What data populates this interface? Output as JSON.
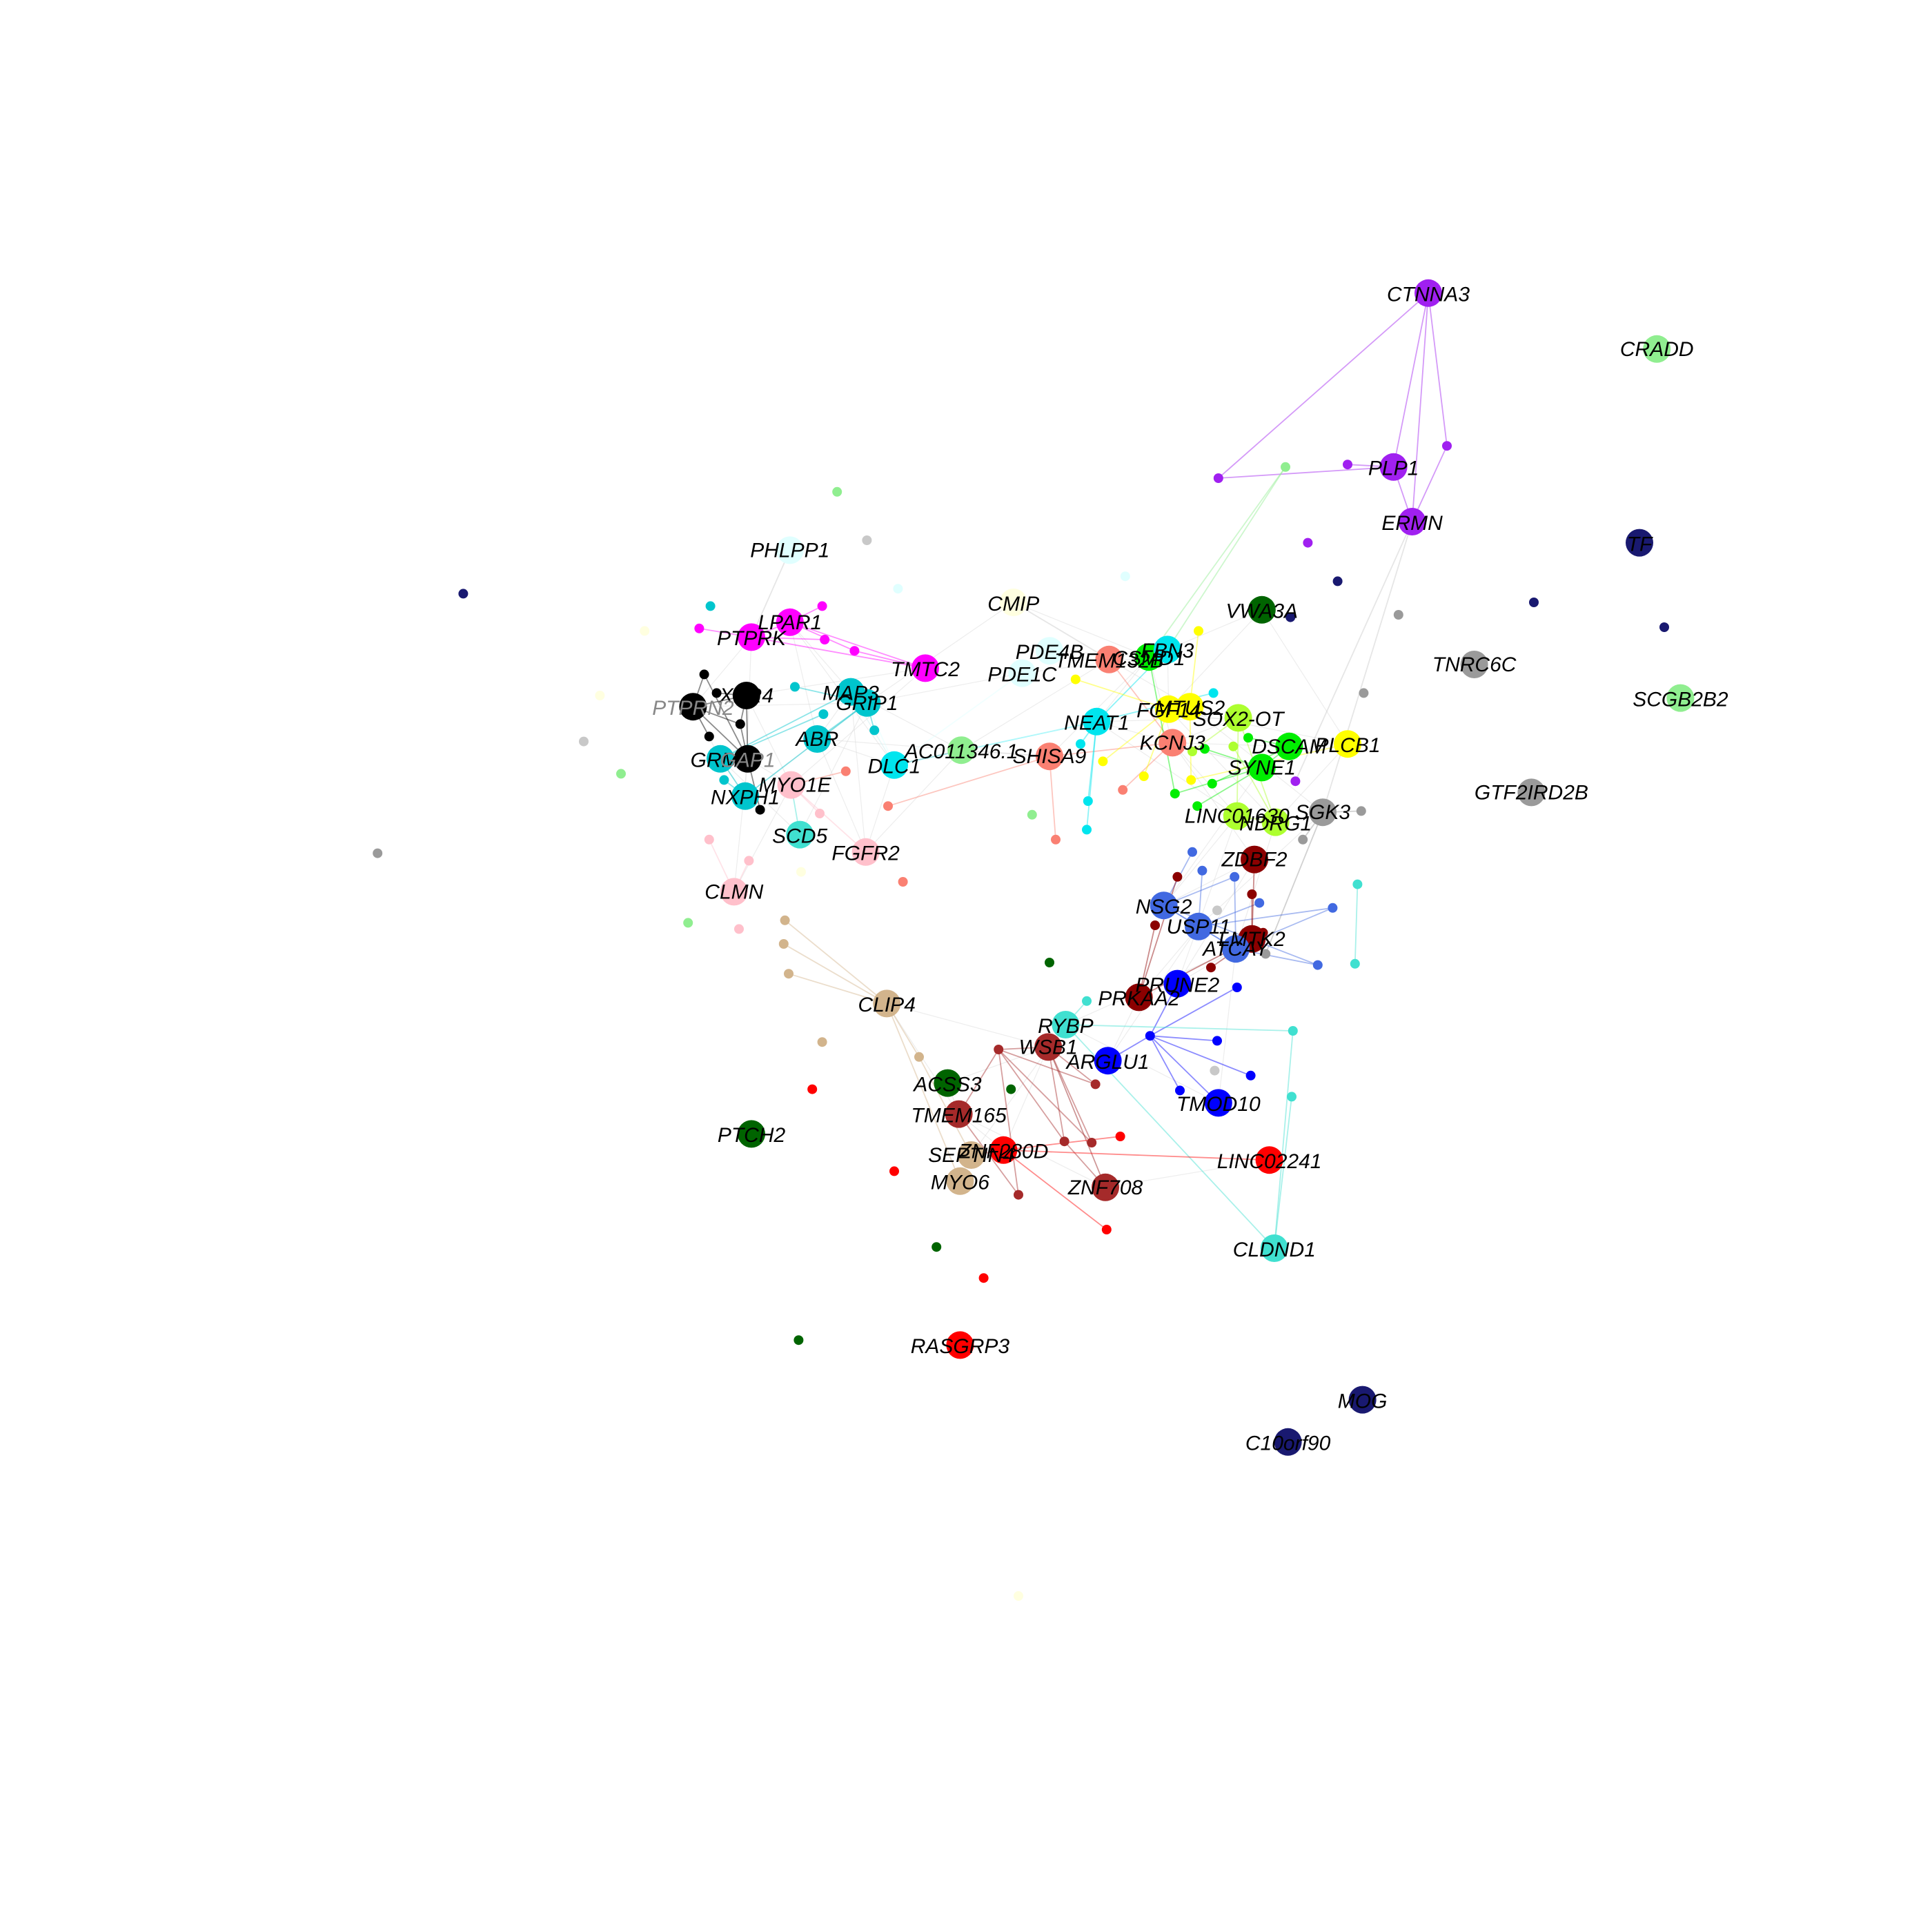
{
  "network": {
    "colors": {
      "purple": "#A020F0",
      "lightgreen": "#90EE90",
      "navy": "#191970",
      "grey": "#9A9A9A",
      "black": "#000000",
      "magenta": "#FF00FF",
      "cyan": "#00E5EE",
      "darkturquoise": "#00C5CD",
      "salmon": "#FA8072",
      "yellow": "#FFFF00",
      "greenyellow": "#ADFF2F",
      "green": "#00EE00",
      "pink": "#FFC0CB",
      "tan": "#D2B48C",
      "darkgreen": "#006400",
      "royalblue": "#4169E1",
      "blue": "#0000FF",
      "darkred": "#8B0000",
      "brown": "#A52A2A",
      "red": "#FF0000",
      "turquoise": "#40E0D0",
      "lightcyan": "#E0FFFF",
      "lightyellow": "#FFFFE0",
      "lightgrey": "#C8C8C8"
    },
    "hubs": [
      {
        "label": "CTNNA3",
        "color": "purple"
      },
      {
        "label": "CRADD",
        "color": "lightgreen"
      },
      {
        "label": "PLP1",
        "color": "purple"
      },
      {
        "label": "ERMN",
        "color": "purple"
      },
      {
        "label": "TF",
        "color": "navy"
      },
      {
        "label": "PHLPP1",
        "color": "lightcyan"
      },
      {
        "label": "VWA3A",
        "color": "darkgreen"
      },
      {
        "label": "CMIP",
        "color": "lightyellow"
      },
      {
        "label": "LPAR1",
        "color": "magenta"
      },
      {
        "label": "PTPRK",
        "color": "magenta"
      },
      {
        "label": "TMTC2",
        "color": "magenta"
      },
      {
        "label": "TNRC6C",
        "color": "grey"
      },
      {
        "label": "SCGB2B2",
        "color": "lightgreen"
      },
      {
        "label": "PDE4B",
        "color": "lightcyan"
      },
      {
        "label": "TMEM132B",
        "color": "salmon"
      },
      {
        "label": "CSMD1",
        "color": "green"
      },
      {
        "label": "FBN3",
        "color": "cyan"
      },
      {
        "label": "PDE1C",
        "color": "lightcyan"
      },
      {
        "label": "MAP3",
        "color": "darkturquoise"
      },
      {
        "label": "GRIP1",
        "color": "darkturquoise"
      },
      {
        "label": "XKR4",
        "color": "black"
      },
      {
        "label": "PTPRN2",
        "color": "black"
      },
      {
        "label": "MTUS2",
        "color": "yellow"
      },
      {
        "label": "SOX2-OT",
        "color": "greenyellow"
      },
      {
        "label": "FGF14",
        "color": "yellow"
      },
      {
        "label": "NEAT1",
        "color": "cyan"
      },
      {
        "label": "ABR",
        "color": "darkturquoise"
      },
      {
        "label": "DSCAM",
        "color": "green"
      },
      {
        "label": "PLCB1",
        "color": "yellow"
      },
      {
        "label": "KCNJ3",
        "color": "salmon"
      },
      {
        "label": "AC011346.1",
        "color": "lightgreen"
      },
      {
        "label": "GTF2IRD2B",
        "color": "grey"
      },
      {
        "label": "GRM3",
        "color": "darkturquoise"
      },
      {
        "label": "GAP1",
        "color": "black"
      },
      {
        "label": "SHISA9",
        "color": "salmon"
      },
      {
        "label": "DLC1",
        "color": "cyan"
      },
      {
        "label": "SYNE1",
        "color": "green"
      },
      {
        "label": "MYO1E",
        "color": "pink"
      },
      {
        "label": "NXPH1",
        "color": "darkturquoise"
      },
      {
        "label": "SGK3",
        "color": "grey"
      },
      {
        "label": "LINC01630",
        "color": "greenyellow"
      },
      {
        "label": "NDRG1",
        "color": "greenyellow"
      },
      {
        "label": "SCD5",
        "color": "turquoise"
      },
      {
        "label": "FGFR2",
        "color": "pink"
      },
      {
        "label": "ZDBF2",
        "color": "darkred"
      },
      {
        "label": "CLMN",
        "color": "pink"
      },
      {
        "label": "NSG2",
        "color": "royalblue"
      },
      {
        "label": "USP11",
        "color": "royalblue"
      },
      {
        "label": "LMTK2",
        "color": "darkred"
      },
      {
        "label": "ATCAY",
        "color": "royalblue"
      },
      {
        "label": "PRUNE2",
        "color": "blue"
      },
      {
        "label": "PRKAA2",
        "color": "darkred"
      },
      {
        "label": "CLIP4",
        "color": "tan"
      },
      {
        "label": "RYBP",
        "color": "turquoise"
      },
      {
        "label": "WSB1",
        "color": "brown"
      },
      {
        "label": "ARGLU1",
        "color": "blue"
      },
      {
        "label": "ACSS3",
        "color": "darkgreen"
      },
      {
        "label": "TMOD10",
        "color": "blue"
      },
      {
        "label": "TMEM165",
        "color": "brown"
      },
      {
        "label": "PTCH2",
        "color": "darkgreen"
      },
      {
        "label": "ZNF280D",
        "color": "red"
      },
      {
        "label": "SEPTIN4",
        "color": "tan"
      },
      {
        "label": "LINC02241",
        "color": "red"
      },
      {
        "label": "MYO6",
        "color": "tan"
      },
      {
        "label": "ZNF708",
        "color": "brown"
      },
      {
        "label": "CLDND1",
        "color": "turquoise"
      },
      {
        "label": "RASGRP3",
        "color": "red"
      },
      {
        "label": "MOG",
        "color": "navy"
      },
      {
        "label": "C10orf90",
        "color": "navy"
      }
    ]
  }
}
